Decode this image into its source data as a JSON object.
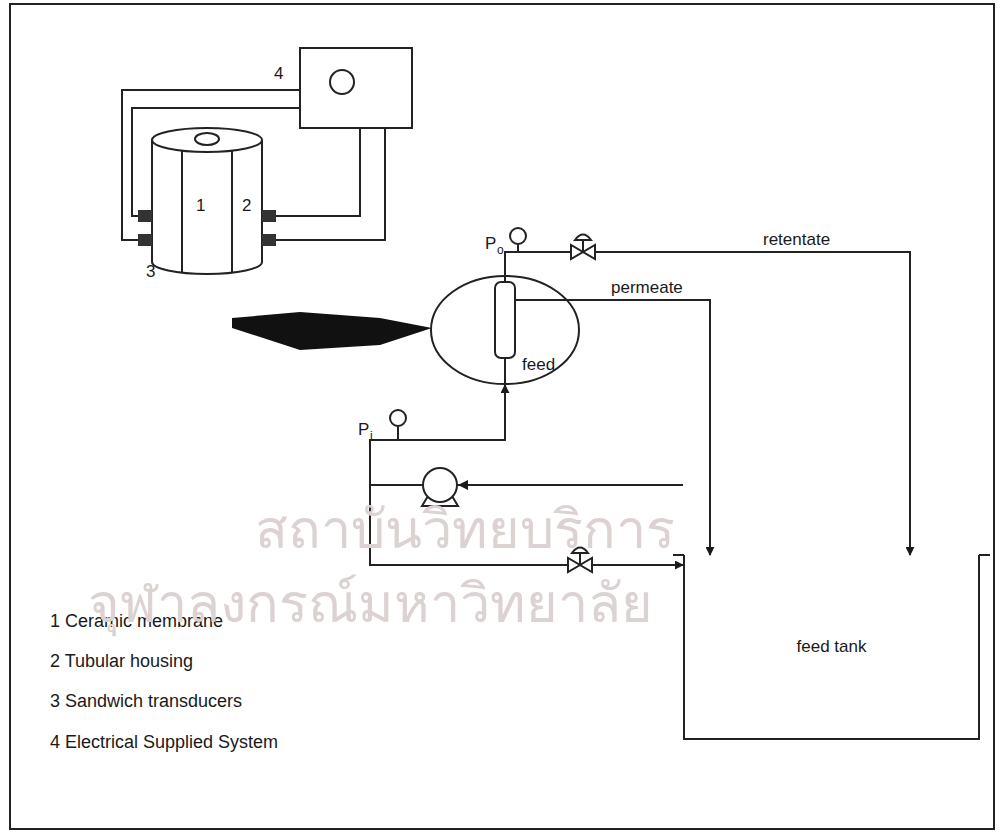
{
  "diagram": {
    "nodes": [
      {
        "text": [
          "feed tank"
        ]
      },
      {
        "text": [
          "feed"
        ]
      }
    ],
    "edges": [
      {
        "from": 1,
        "to": 0,
        "arrow": "to",
        "label": "retentate"
      },
      {
        "from": 1,
        "to": 0,
        "arrow": "to",
        "label": "permeate"
      },
      {
        "from": 0,
        "to": 1,
        "arrow": "to"
      }
    ],
    "labels": [
      "1",
      "2",
      "3",
      "4",
      "P",
      "o",
      "P",
      "i",
      "1 Ceramic membrane",
      "2 Tubular housing",
      "3 Sandwich transducers",
      "4 Electrical Supplied System",
      "สถาบันวิทยบริการ",
      "จุฬาลงกรณ์มหาวิทยาลัย"
    ]
  }
}
